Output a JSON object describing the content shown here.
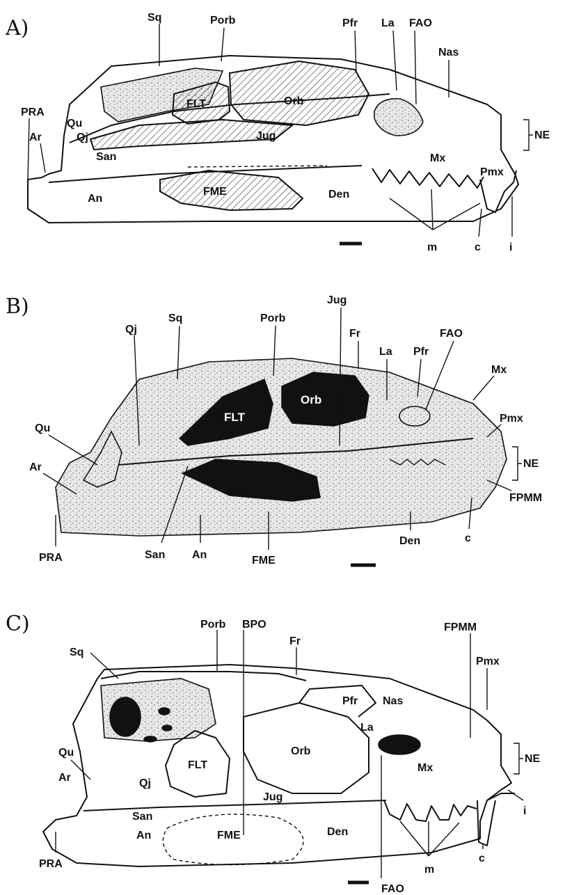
{
  "figure": {
    "panels": [
      {
        "id": "A",
        "letter": "A)",
        "labels": {
          "Sq": "Sq",
          "Porb": "Porb",
          "Pfr": "Pfr",
          "La": "La",
          "FAO": "FAO",
          "Nas": "Nas",
          "PRA": "PRA",
          "Qu": "Qu",
          "Ar": "Ar",
          "Qj": "Qj",
          "San": "San",
          "An": "An",
          "FLT": "FLT",
          "Orb": "Orb",
          "Jug": "Jug",
          "FME": "FME",
          "Den": "Den",
          "Mx": "Mx",
          "Pmx": "Pmx",
          "NE": "NE",
          "m": "m",
          "c": "c",
          "i": "i"
        }
      },
      {
        "id": "B",
        "letter": "B)",
        "labels": {
          "Qj": "Qj",
          "Sq": "Sq",
          "Porb": "Porb",
          "Jug": "Jug",
          "Fr": "Fr",
          "La": "La",
          "Pfr": "Pfr",
          "FAO": "FAO",
          "Mx": "Mx",
          "Qu": "Qu",
          "Pmx": "Pmx",
          "NE": "NE",
          "Ar": "Ar",
          "FPMM": "FPMM",
          "PRA": "PRA",
          "San": "San",
          "An": "An",
          "FME": "FME",
          "Den": "Den",
          "c": "c",
          "FLT": "FLT",
          "Orb": "Orb"
        }
      },
      {
        "id": "C",
        "letter": "C)",
        "labels": {
          "Porb": "Porb",
          "BPO": "BPO",
          "Fr": "Fr",
          "FPMM": "FPMM",
          "Sq": "Sq",
          "Pfr": "Pfr",
          "Nas": "Nas",
          "Pmx": "Pmx",
          "La": "La",
          "Qu": "Qu",
          "FLT": "FLT",
          "Orb": "Orb",
          "Mx": "Mx",
          "NE": "NE",
          "Ar": "Ar",
          "Qj": "Qj",
          "Jug": "Jug",
          "i": "i",
          "San": "San",
          "An": "An",
          "FME": "FME",
          "Den": "Den",
          "PRA": "PRA",
          "m": "m",
          "c": "c",
          "FAO": "FAO"
        }
      }
    ]
  }
}
